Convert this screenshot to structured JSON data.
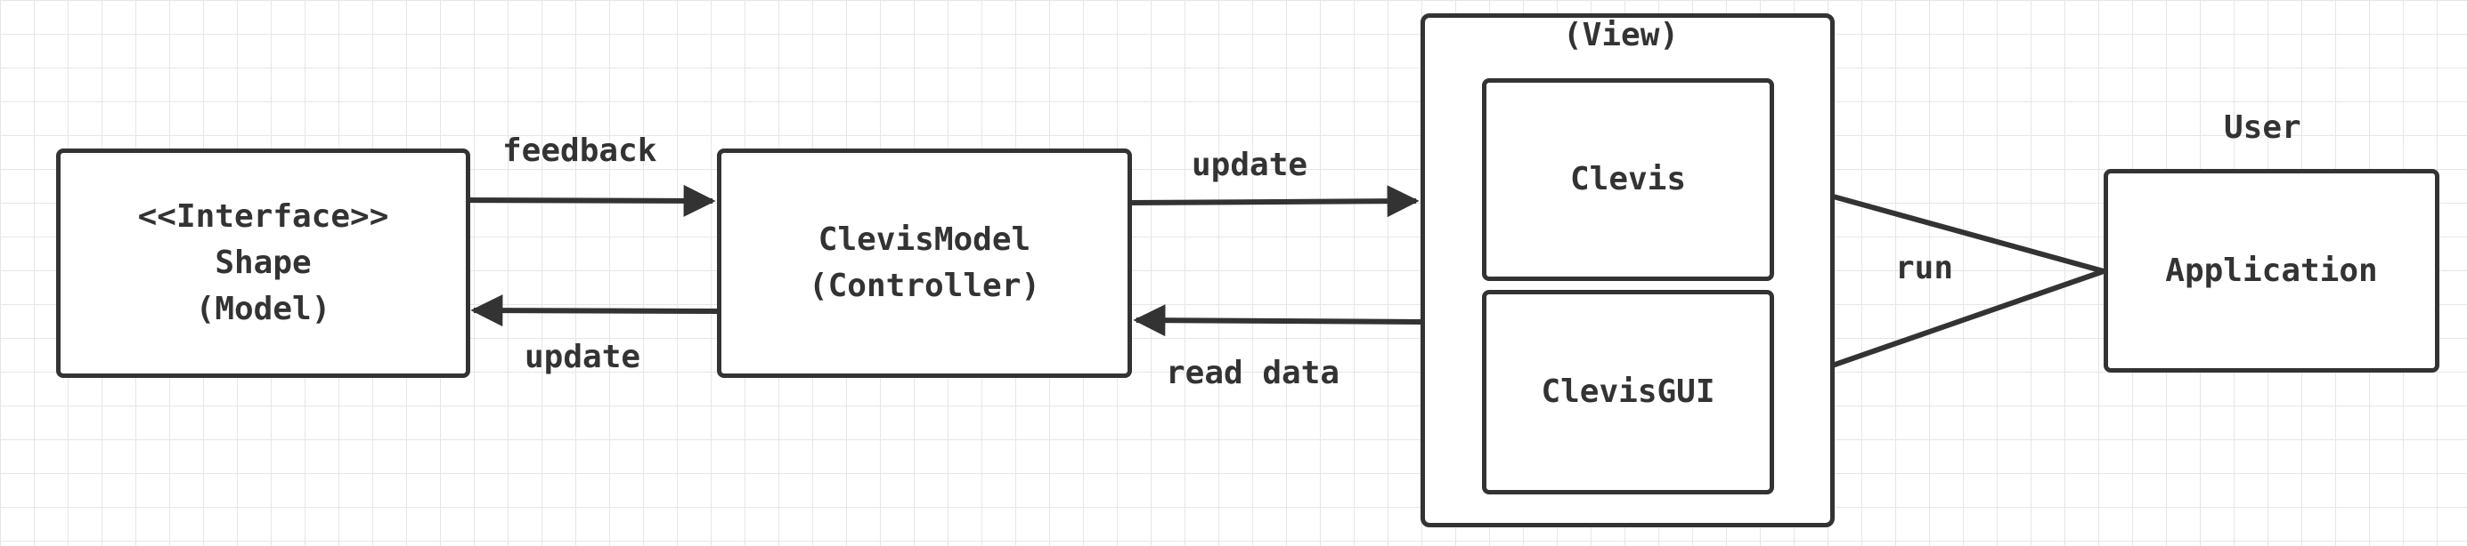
{
  "model": {
    "line1": "<<Interface>>",
    "line2": "Shape",
    "line3": "(Model)"
  },
  "controller": {
    "line1": "ClevisModel",
    "line2": "(Controller)"
  },
  "view": {
    "title": "(View)",
    "clevis": "Clevis",
    "clevis_gui": "ClevisGUI"
  },
  "user": {
    "title": "User",
    "application": "Application"
  },
  "edges": {
    "feedback": "feedback",
    "update_to_model": "update",
    "update_to_view": "update",
    "read_data": "read data",
    "run": "run"
  },
  "colors": {
    "stroke": "#333333",
    "grid": "#e6e6e6",
    "background": "#ffffff"
  }
}
